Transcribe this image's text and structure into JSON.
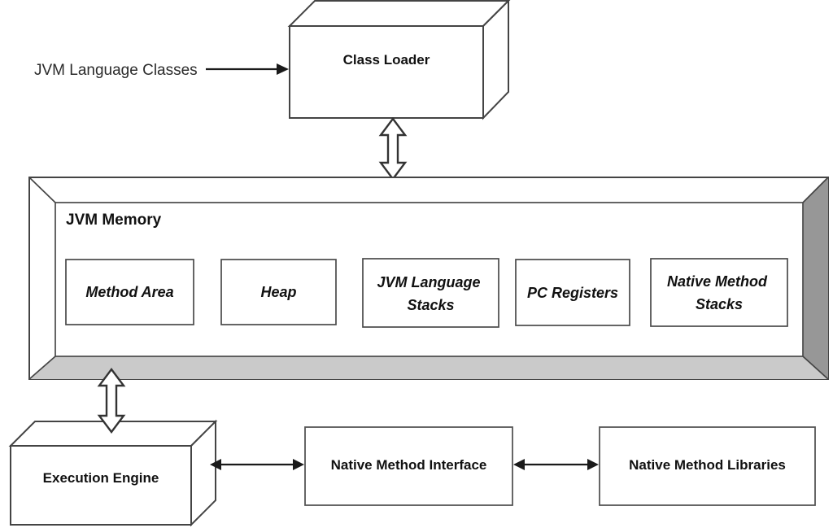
{
  "diagram": {
    "colors": {
      "box_border": "#444444",
      "side_face_gray": "#d9d9d9",
      "bevel_bottom_gray": "#cacaca",
      "bevel_right_gray": "#979797",
      "arrow_black": "#1a1a1a",
      "background": "#ffffff"
    },
    "nodes": {
      "jvm_language_classes": {
        "label": "JVM Language Classes"
      },
      "class_loader": {
        "label": "Class Loader"
      },
      "jvm_memory": {
        "label": "JVM Memory",
        "children": [
          {
            "id": "method-area",
            "lines": [
              "Method Area"
            ]
          },
          {
            "id": "heap",
            "lines": [
              "Heap"
            ]
          },
          {
            "id": "jvm-language-stacks",
            "lines": [
              "JVM Language",
              "Stacks"
            ]
          },
          {
            "id": "pc-registers",
            "lines": [
              "PC Registers"
            ]
          },
          {
            "id": "native-method-stacks",
            "lines": [
              "Native Method",
              "Stacks"
            ]
          }
        ]
      },
      "execution_engine": {
        "label": "Execution Engine"
      },
      "native_method_interface": {
        "label": "Native Method Interface"
      },
      "native_method_libraries": {
        "label": "Native Method Libraries"
      }
    },
    "connections": [
      {
        "from": "jvm_language_classes",
        "to": "class_loader",
        "style": "solid-single-arrow"
      },
      {
        "from": "class_loader",
        "to": "jvm_memory",
        "style": "hollow-double-arrow"
      },
      {
        "from": "jvm_memory",
        "to": "execution_engine",
        "style": "hollow-double-arrow"
      },
      {
        "from": "execution_engine",
        "to": "native_method_interface",
        "style": "solid-double-arrow"
      },
      {
        "from": "native_method_interface",
        "to": "native_method_libraries",
        "style": "solid-double-arrow"
      }
    ]
  }
}
